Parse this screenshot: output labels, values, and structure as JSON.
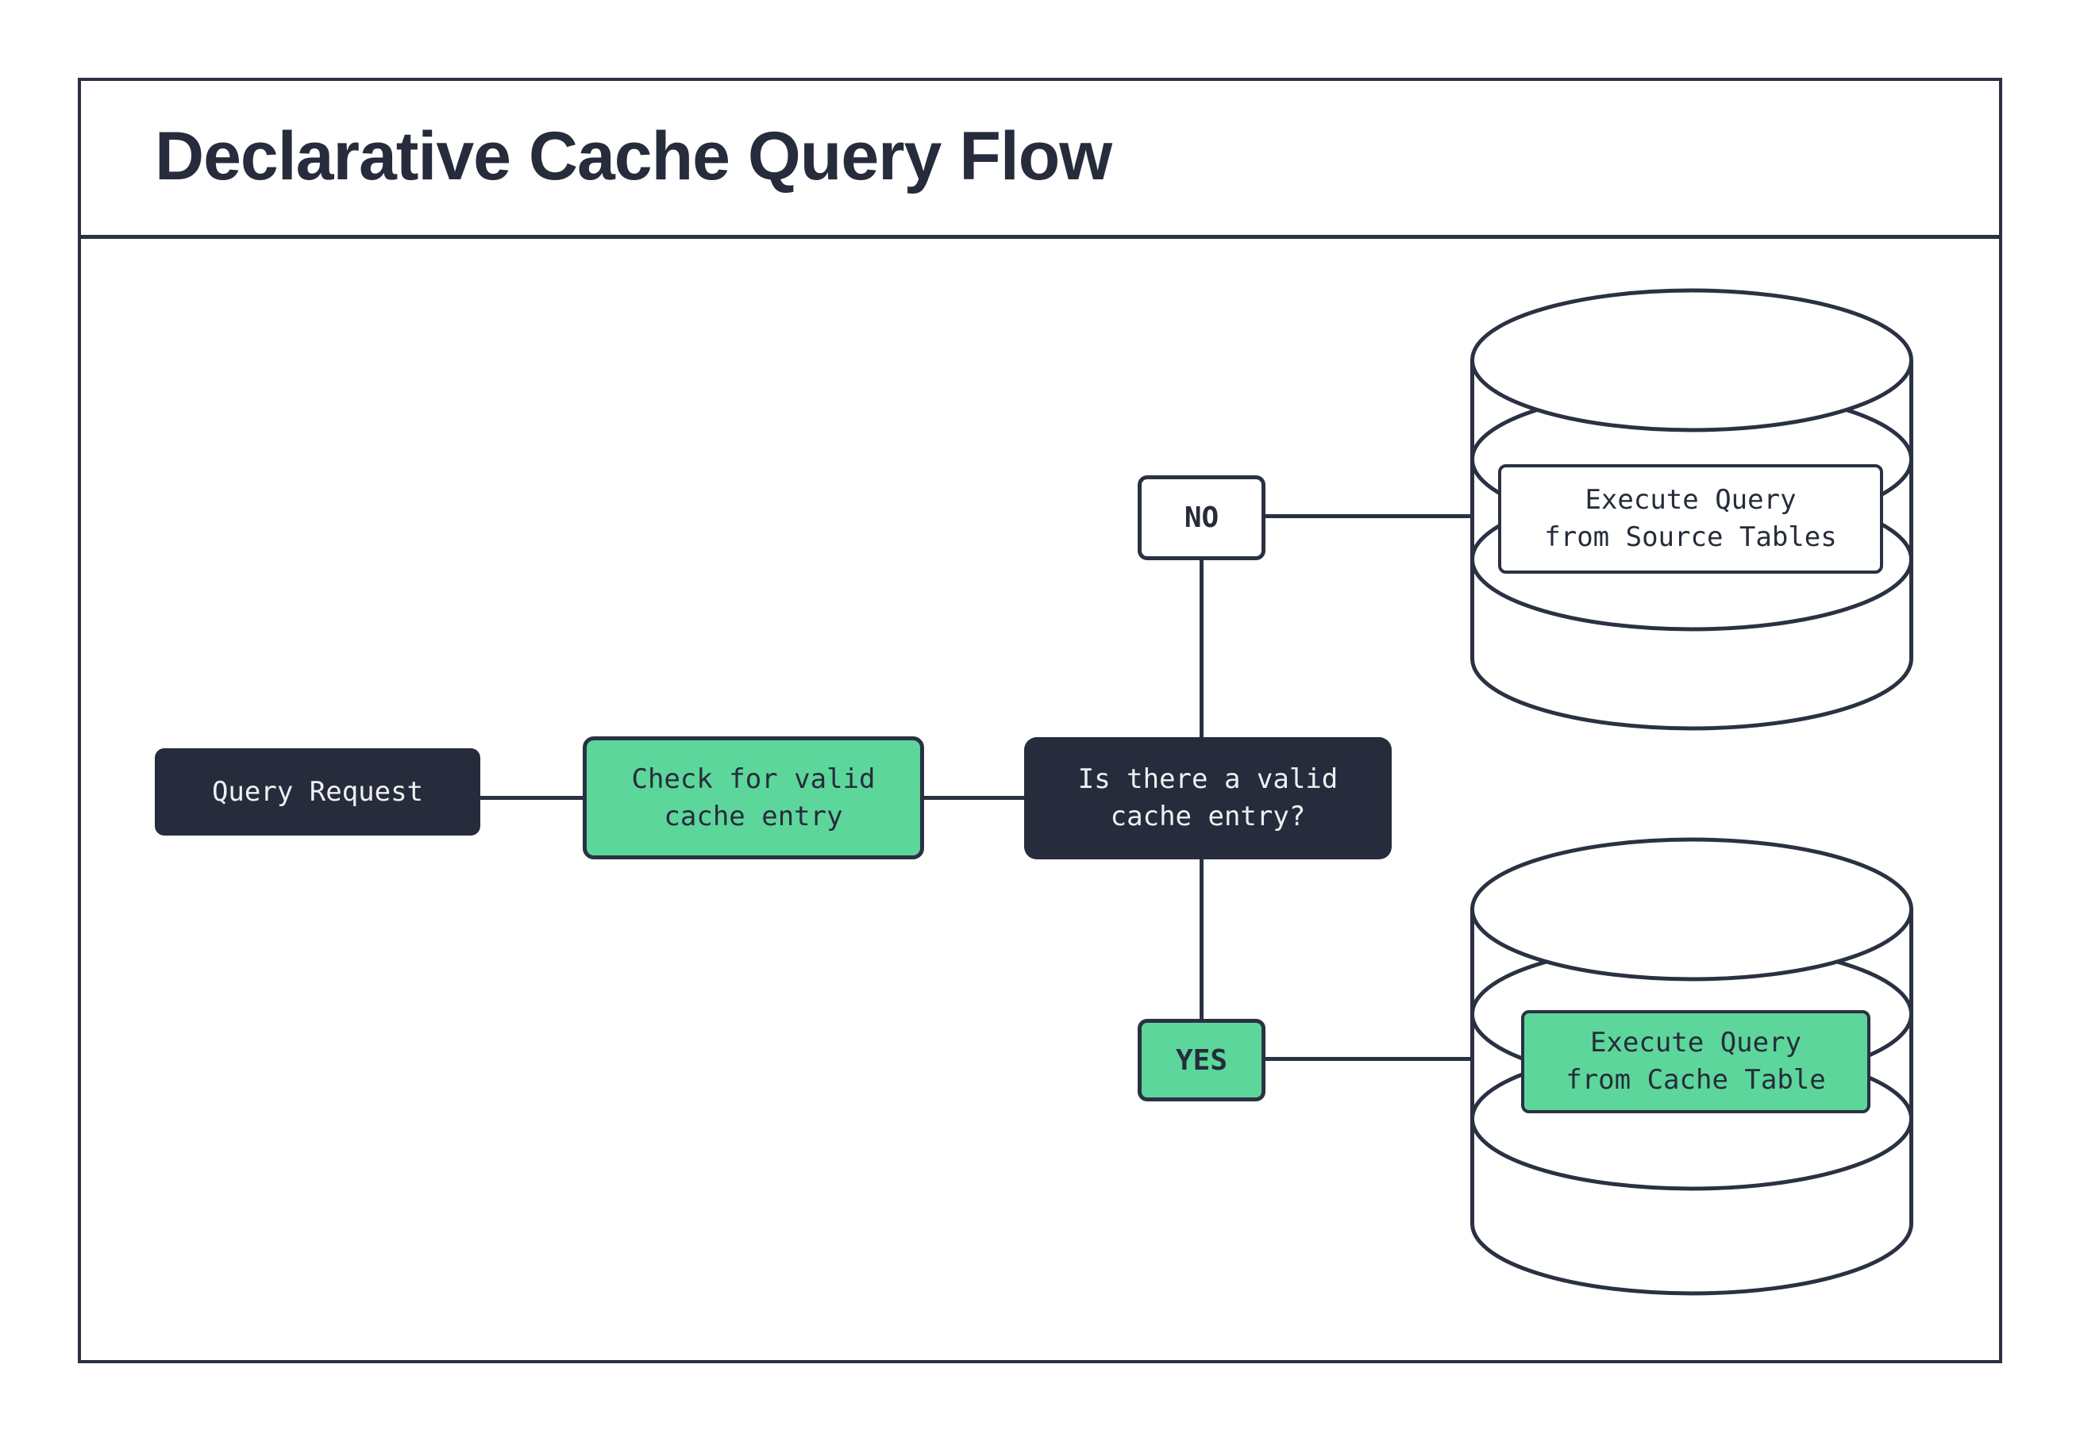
{
  "diagram": {
    "title": "Declarative Cache Query Flow"
  },
  "colors": {
    "dark": "#262c3b",
    "stroke": "#2a3142",
    "green": "#5dd69b",
    "light_text": "#eef0f2",
    "white": "#ffffff"
  },
  "nodes": {
    "query_request": {
      "label": "Query Request"
    },
    "check_cache": {
      "label": "Check for valid\ncache entry"
    },
    "decision": {
      "label": "Is there a valid\ncache entry?"
    },
    "no_branch": {
      "label": "NO"
    },
    "yes_branch": {
      "label": "YES"
    },
    "execute_source": {
      "label": "Execute Query\nfrom Source Tables"
    },
    "execute_cache": {
      "label": "Execute Query\nfrom Cache Table"
    }
  }
}
